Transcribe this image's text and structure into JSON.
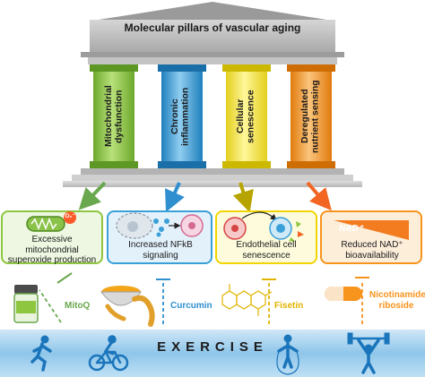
{
  "roof_title": "Molecular pillars of vascular aging",
  "pillars": [
    {
      "label": "Mitochondrial dysfunction",
      "color": "#8ec63f"
    },
    {
      "label": "Chronic inflammation",
      "color": "#3aa0d8"
    },
    {
      "label": "Cellular senescence",
      "color": "#f5e84a"
    },
    {
      "label": "Deregulated nutrient sensing",
      "color": "#f7941d"
    }
  ],
  "boxes": [
    {
      "text": "Excessive mitochondrial superoxide production",
      "icon": "mitochondrion-icon",
      "badge": "O₂⁻",
      "border": "#8ec63f"
    },
    {
      "text": "Increased NFkB signaling",
      "icon": "inflamed-cell-icon",
      "border": "#3aa0d8"
    },
    {
      "text": "Endothelial cell senescence",
      "icon": "senescent-cell-icon",
      "border": "#f1d500"
    },
    {
      "text": "Reduced NAD⁺ bioavailability",
      "icon": "decline-triangle-icon",
      "badge": "NAD⁺",
      "border": "#f7941d"
    }
  ],
  "interventions": [
    {
      "name": "MitoQ",
      "color": "#6aa84f",
      "icon": "pill-bottle-icon"
    },
    {
      "name": "Curcumin",
      "color": "#2f8fcf",
      "icon": "turmeric-bowl-icon"
    },
    {
      "name": "Fisetin",
      "color": "#e8c400",
      "icon": "molecule-structure-icon"
    },
    {
      "name": "Nicotinamide riboside",
      "color": "#f7941d",
      "icon": "capsule-icon"
    }
  ],
  "exercise_label": "EXERCISE",
  "exercise_icons": [
    "running-icon",
    "cycling-icon",
    "jump-rope-icon",
    "weightlifting-icon"
  ]
}
